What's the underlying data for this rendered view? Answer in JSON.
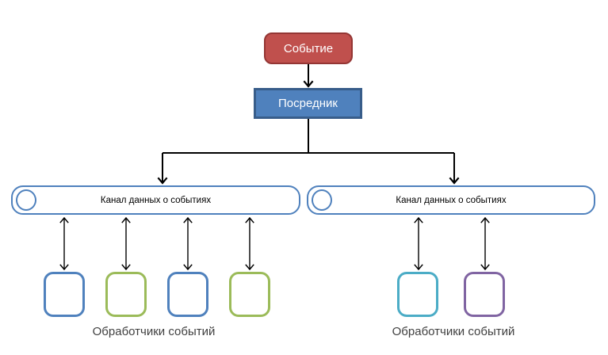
{
  "colors": {
    "connector": "#000000",
    "accent_blue": "#4F81BD",
    "accent_blue_dark": "#385D8A",
    "accent_red": "#C0504D",
    "accent_red_dark": "#943634",
    "accent_green": "#9BBB59",
    "accent_teal": "#4BACC6",
    "accent_purple": "#8064A2"
  },
  "diagram": {
    "event_box": {
      "label": "Событие",
      "fill": "#C0504D",
      "border": "#943634",
      "text_color": "#FFFFFF"
    },
    "mediator_box": {
      "label": "Посредник",
      "fill": "#4F81BD",
      "border": "#385D8A",
      "text_color": "#FFFFFF"
    },
    "channels": [
      {
        "label": "Канал данных о событиях",
        "border": "#4F81BD"
      },
      {
        "label": "Канал данных о событиях",
        "border": "#4F81BD"
      }
    ],
    "handler_groups": [
      {
        "label": "Обработчики событий",
        "handler_colors": [
          "#4F81BD",
          "#9BBB59",
          "#4F81BD",
          "#9BBB59"
        ]
      },
      {
        "label": "Обработчики событий",
        "handler_colors": [
          "#4BACC6",
          "#8064A2"
        ]
      }
    ]
  }
}
